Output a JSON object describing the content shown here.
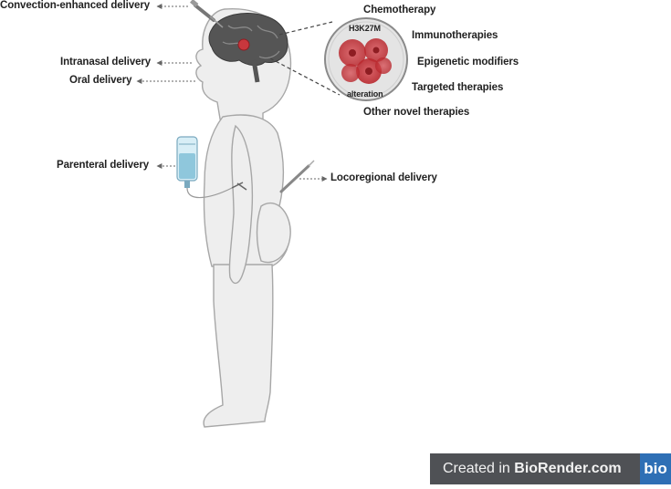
{
  "delivery_routes": {
    "convection": "Convection-enhanced delivery",
    "intranasal": "Intranasal delivery",
    "oral": "Oral delivery",
    "parenteral": "Parenteral delivery",
    "locoregional": "Locoregional delivery"
  },
  "therapies": {
    "chemotherapy": "Chemotherapy",
    "immunotherapies": "Immunotherapies",
    "epigenetic": "Epigenetic modifiers",
    "targeted": "Targeted therapies",
    "other": "Other novel therapies"
  },
  "tumor": {
    "mutation": "H3K27M",
    "alteration": "alteration"
  },
  "watermark": {
    "prefix": "Created in ",
    "brand": "BioRender.com",
    "logo": "bio"
  },
  "colors": {
    "body_fill": "#eeeeee",
    "body_stroke": "#a7a7a7",
    "brain": "#555555",
    "tumor": "#c8373d",
    "iv_bag": "#8fc7dc",
    "watermark_bg": "#4f5155",
    "logo_bg": "#2e6fb5"
  }
}
